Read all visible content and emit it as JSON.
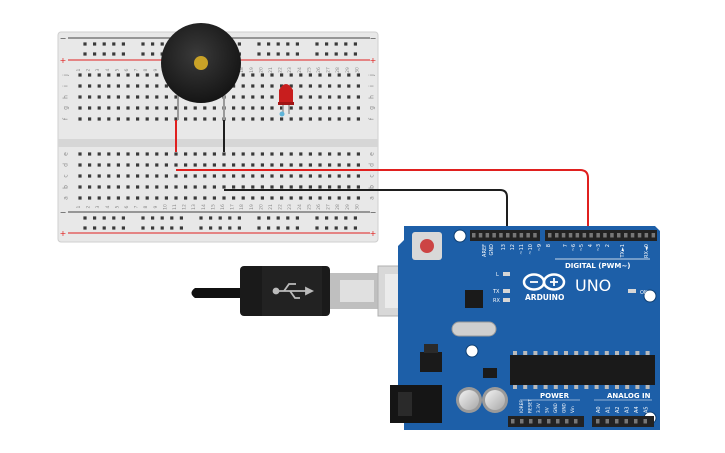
{
  "breadboard": {
    "row_letters_top": [
      "j",
      "i",
      "h",
      "g",
      "f"
    ],
    "row_letters_bottom": [
      "e",
      "d",
      "c",
      "b",
      "a"
    ],
    "column_numbers": [
      "1",
      "2",
      "3",
      "4",
      "5",
      "6",
      "7",
      "8",
      "9",
      "10",
      "11",
      "12",
      "13",
      "14",
      "15",
      "16",
      "17",
      "18",
      "19",
      "20",
      "21",
      "22",
      "23",
      "24",
      "25",
      "26",
      "27",
      "28",
      "29",
      "30"
    ],
    "rail_minus": "−",
    "rail_plus": "+"
  },
  "arduino": {
    "logo_text": "ARDUINO",
    "model": "UNO",
    "digital_label": "DIGITAL (PWM~)",
    "power_label": "POWER",
    "analog_label": "ANALOG IN",
    "on_label": "ON",
    "led_labels": [
      "L",
      "TX",
      "RX"
    ],
    "top_pins": [
      "AREF",
      "GND",
      "13",
      "12",
      "~11",
      "~10",
      "~9",
      "8",
      "7",
      "~6",
      "~5",
      "4",
      "~3",
      "2",
      "TX►1",
      "RX◄0"
    ],
    "power_pins": [
      "IOREF",
      "RESET",
      "3.3V",
      "5V",
      "GND",
      "GND",
      "Vin"
    ],
    "analog_pins": [
      "A0",
      "A1",
      "A2",
      "A3",
      "A4",
      "A5"
    ]
  },
  "colors": {
    "breadboard": "#e6e6e6",
    "board": "#1d5fa8",
    "wire_red": "#e0201f",
    "wire_black": "#1e1e1e",
    "buzzer": "#222222",
    "buzzer_center": "#c9a227",
    "led": "#c81e1e"
  }
}
